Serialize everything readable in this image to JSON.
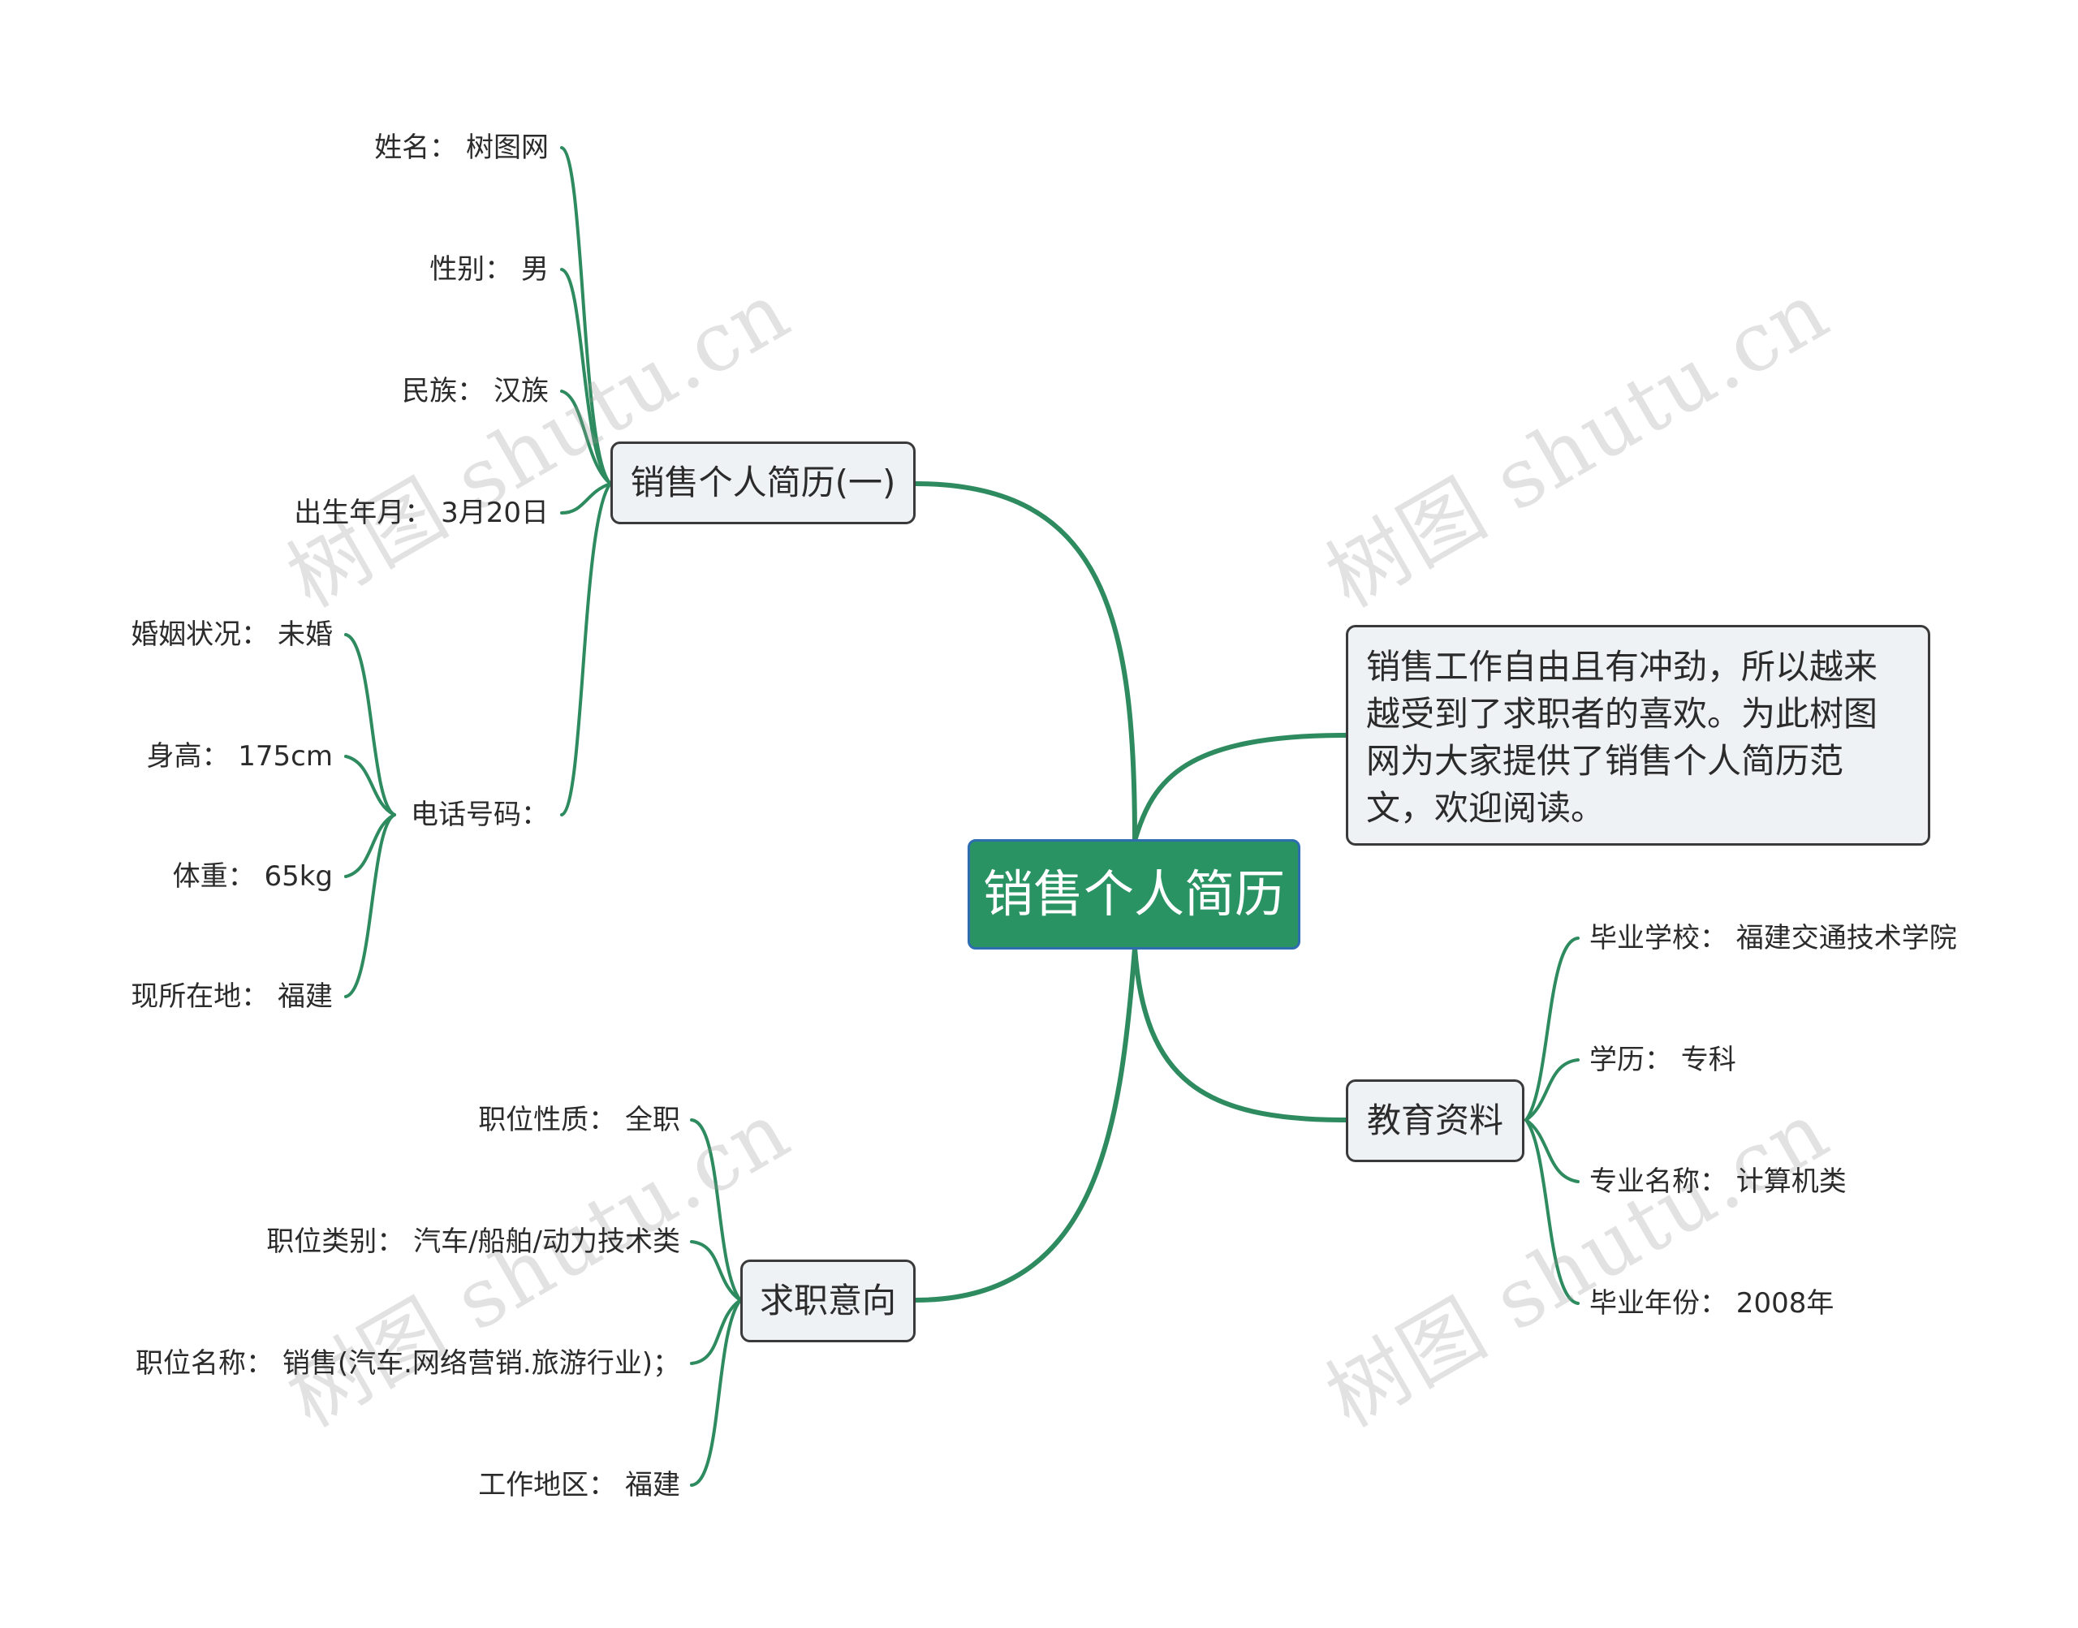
{
  "root": {
    "label": "销售个人简历"
  },
  "branch_personal": {
    "label": "销售个人简历(一)",
    "items": {
      "name": "姓名： 树图网",
      "gender": "性别： 男",
      "ethnicity": "民族： 汉族",
      "birth": "出生年月： 3月20日",
      "phone": "电话号码："
    },
    "phone_items": {
      "marital": "婚姻状况： 未婚",
      "height": "身高： 175cm",
      "weight": "体重： 65kg",
      "location": "现所在地： 福建"
    }
  },
  "branch_intro": {
    "text": "销售工作自由且有冲劲，所以越来越受到了求职者的喜欢。为此树图网为大家提供了销售个人简历范文，欢迎阅读。"
  },
  "branch_education": {
    "label": "教育资料",
    "items": {
      "school": "毕业学校： 福建交通技术学院",
      "degree": "学历： 专科",
      "major": "专业名称： 计算机类",
      "year": "毕业年份： 2008年"
    }
  },
  "branch_job": {
    "label": "求职意向",
    "items": {
      "nature": "职位性质： 全职",
      "category": "职位类别： 汽车/船舶/动力技术类",
      "title": "职位名称： 销售(汽车.网络营销.旅游行业)；",
      "area": "工作地区： 福建"
    }
  },
  "watermark": {
    "text": "树图 shutu.cn"
  },
  "colors": {
    "root_fill": "#2a9364",
    "root_border": "#2d6db0",
    "topic_fill": "#eef2f5",
    "edge": "#2e8b5f"
  }
}
